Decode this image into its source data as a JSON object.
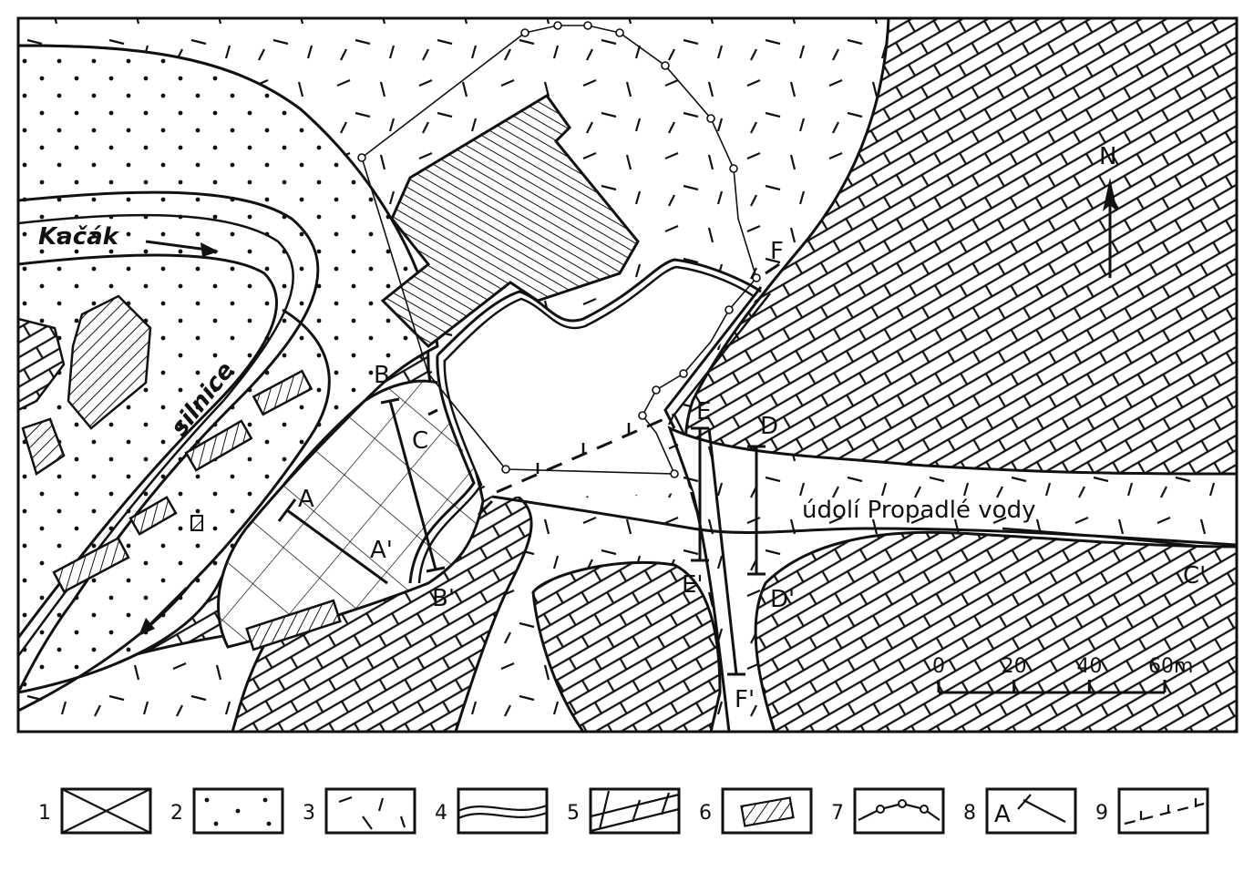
{
  "map": {
    "compass_label": "N",
    "stream_name": "Kačák",
    "road_label": "silnice",
    "valley_label": "údolí Propadlé vody",
    "section_labels": {
      "A": "A",
      "A_end": "A'",
      "B": "B",
      "B_end": "B'",
      "C": "C",
      "C_end": "C'",
      "D": "D",
      "D_end": "D'",
      "E": "E",
      "E_end": "E'",
      "F": "F",
      "F_end": "F'"
    },
    "scale_bar": {
      "ticks": [
        "0",
        "20",
        "40",
        "60m"
      ],
      "max_value": 60,
      "unit": "m"
    }
  },
  "legend": {
    "items": [
      {
        "number": "1",
        "pattern": "diagonal-cross-hatch"
      },
      {
        "number": "2",
        "pattern": "dots"
      },
      {
        "number": "3",
        "pattern": "dashes"
      },
      {
        "number": "4",
        "pattern": "double-line"
      },
      {
        "number": "5",
        "pattern": "brick"
      },
      {
        "number": "6",
        "pattern": "hatched-building"
      },
      {
        "number": "7",
        "pattern": "circle-line"
      },
      {
        "number": "8",
        "pattern": "section-marker",
        "letter": "A"
      },
      {
        "number": "9",
        "pattern": "toothed-dashed-line"
      }
    ]
  }
}
